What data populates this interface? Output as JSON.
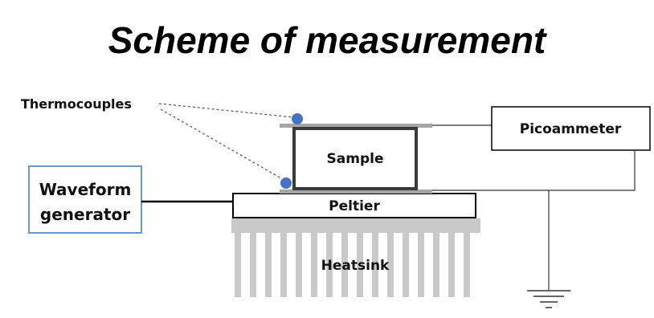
{
  "title": "Scheme of measurement",
  "labels": {
    "thermocouples": "Thermocouples",
    "sample": "Sample",
    "picoammeter": "Picoammeter",
    "waveform_line1": "Waveform",
    "waveform_line2": "generator",
    "peltier": "Peltier",
    "heatsink": "Heatsink"
  },
  "colors": {
    "thermocouple_dot": "#4472C4",
    "waveform_border": "#5B8DB8",
    "heatsink_fin": "#C9C9C9",
    "plate": "#A6A6A6"
  }
}
